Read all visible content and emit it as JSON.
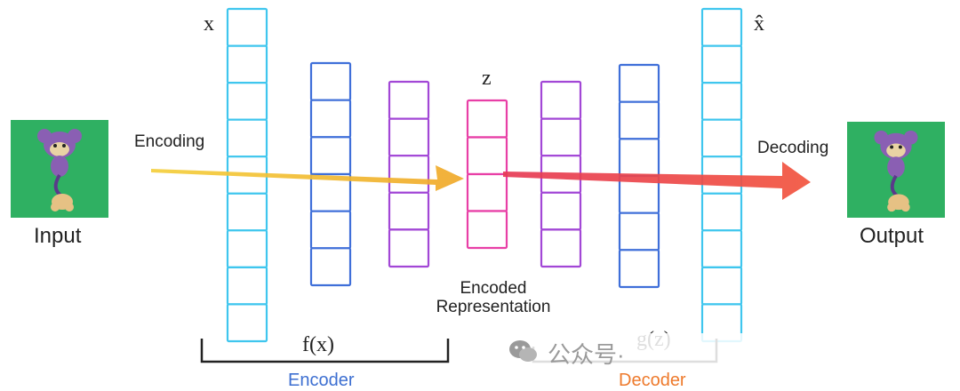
{
  "labels": {
    "x": "x",
    "x_hat": "x̂",
    "z": "z",
    "encoding": "Encoding",
    "decoding": "Decoding",
    "input": "Input",
    "output": "Output",
    "encoded_rep_line1": "Encoded",
    "encoded_rep_line2": "Representation",
    "fx": "f(x)",
    "gz": "g(z)",
    "encoder": "Encoder",
    "decoder": "Decoder"
  },
  "watermark": "公众号·",
  "colors": {
    "layer_x": "#3fc6ee",
    "layer_enc1": "#3f6fd9",
    "layer_enc2": "#a247d6",
    "layer_z": "#e83fa6",
    "layer_dec1": "#a247d6",
    "layer_dec2": "#3f6fd9",
    "layer_xhat": "#3fc6ee",
    "encoding_arrow": "#f2b52a",
    "decoding_arrow": "#ef4a4a",
    "encoder_text": "#3d6fd1",
    "decoder_text": "#ee7a2c",
    "image_bg": "#2fb062",
    "creature_body": "#8a5fb3"
  },
  "icons": [
    "creature-input-icon",
    "creature-output-icon",
    "wechat-icon"
  ]
}
